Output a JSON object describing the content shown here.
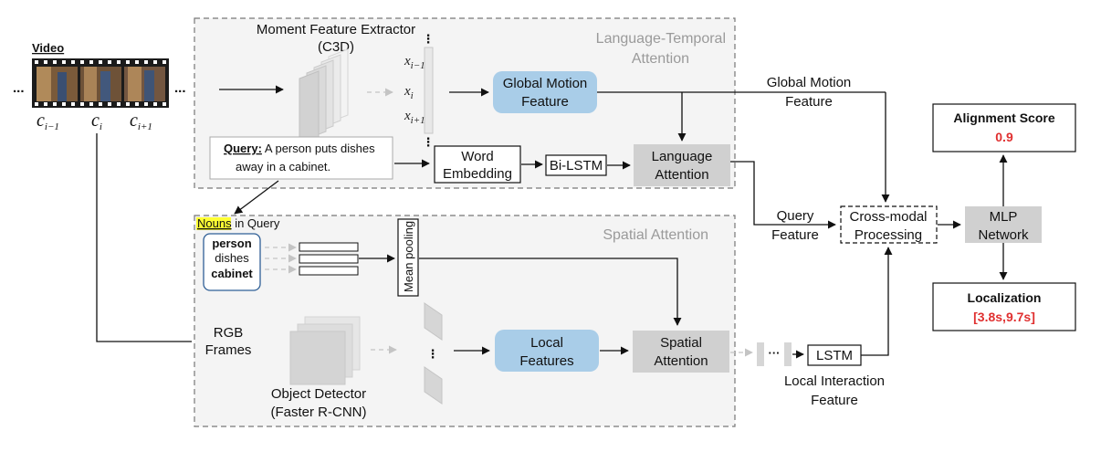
{
  "video": {
    "label": "Video",
    "ellipsis_left": "...",
    "ellipsis_right": "...",
    "clips": [
      {
        "base": "c",
        "sub": "i−1"
      },
      {
        "base": "c",
        "sub": "i"
      },
      {
        "base": "c",
        "sub": "i+1"
      }
    ]
  },
  "panels": {
    "temporal_title_1": "Language-Temporal",
    "temporal_title_2": "Attention",
    "spatial_title": "Spatial Attention"
  },
  "extractor": {
    "title_1": "Moment Feature Extractor",
    "title_2": "(C3D)",
    "features": [
      {
        "base": "x",
        "sub": "i−1"
      },
      {
        "base": "x",
        "sub": "i"
      },
      {
        "base": "x",
        "sub": "i+1"
      }
    ]
  },
  "query": {
    "prefix": "Query:",
    "line1": "A person puts dishes",
    "line2": "away in a cabinet."
  },
  "blocks": {
    "global_motion_1": "Global Motion",
    "global_motion_2": "Feature",
    "word_embedding_1": "Word",
    "word_embedding_2": "Embedding",
    "bilstm": "Bi-LSTM",
    "language_attention_1": "Language",
    "language_attention_2": "Attention",
    "local_features_1": "Local",
    "local_features_2": "Features",
    "spatial_attention_1": "Spatial",
    "spatial_attention_2": "Attention",
    "lstm": "LSTM",
    "crossmodal_1": "Cross-modal",
    "crossmodal_2": "Processing",
    "mlp_1": "MLP",
    "mlp_2": "Network"
  },
  "nouns": {
    "header_highlight": "Nouns",
    "header_rest": " in Query",
    "items": [
      "person",
      "dishes",
      "cabinet"
    ],
    "mean_pooling": "Mean pooling"
  },
  "labels": {
    "global_motion_feature_1": "Global Motion",
    "global_motion_feature_2": "Feature",
    "query_feature_1": "Query",
    "query_feature_2": "Feature",
    "rgb_frames_1": "RGB",
    "rgb_frames_2": "Frames",
    "object_detector_1": "Object Detector",
    "object_detector_2": "(Faster R-CNN)",
    "local_interaction_1": "Local Interaction",
    "local_interaction_2": "Feature"
  },
  "outputs": {
    "alignment_title": "Alignment Score",
    "alignment_value": "0.9",
    "localization_title": "Localization",
    "localization_value": "[3.8s,9.7s]"
  },
  "colors": {
    "blue_box": "#a9cde8",
    "gray_box": "#d0d0d0",
    "highlight": "#ffff33",
    "score_red": "#e03030",
    "nouns_border": "#2f5f96"
  }
}
